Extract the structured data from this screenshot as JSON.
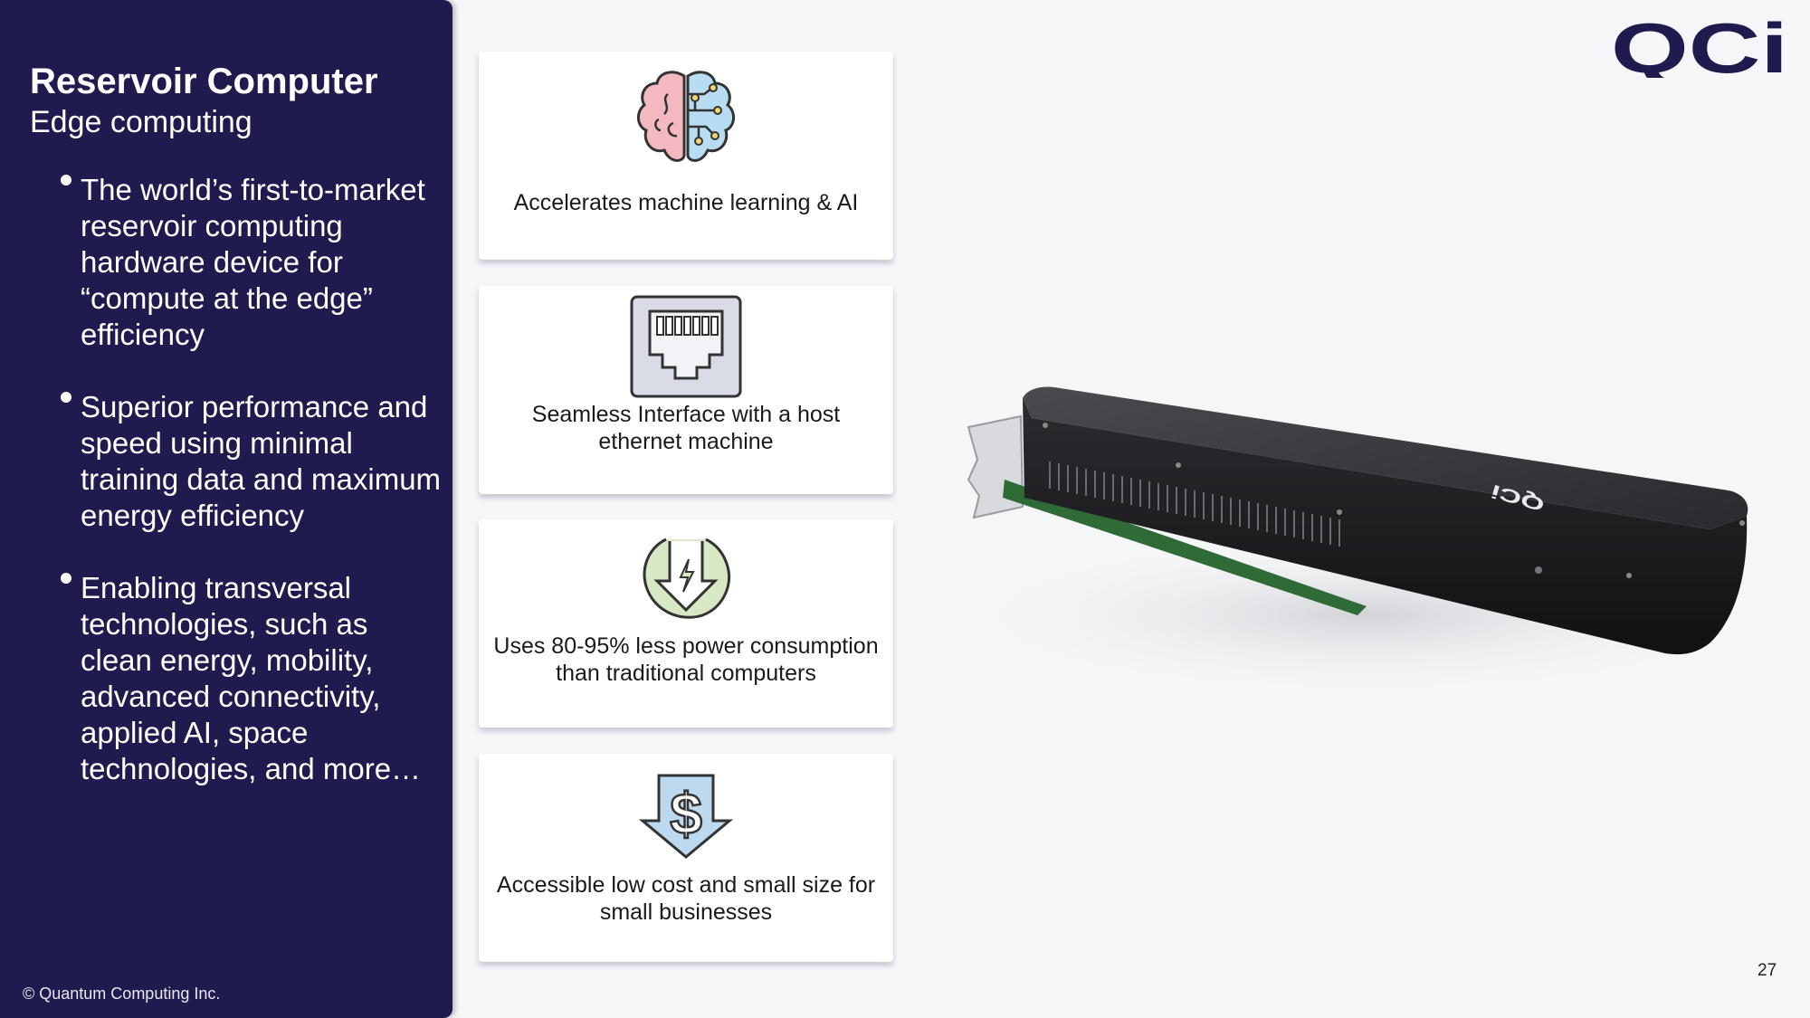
{
  "sidebar": {
    "title": "Reservoir Computer",
    "subtitle": "Edge computing",
    "bullets": [
      "The world’s first-to-market reservoir computing hardware device for “compute at the edge” efficiency",
      "Superior performance and speed using minimal training data and maximum energy efficiency",
      "Enabling transversal technologies, such as clean energy, mobility, advanced connectivity, applied AI, space technologies, and more…"
    ],
    "copyright": "© Quantum Computing Inc."
  },
  "features": [
    {
      "icon": "brain-icon",
      "text": "Accelerates  machine learning & AI"
    },
    {
      "icon": "ethernet-port-icon",
      "text": "Seamless Interface with a host ethernet machine"
    },
    {
      "icon": "power-saving-icon",
      "text": "Uses 80-95% less power consumption than traditional computers"
    },
    {
      "icon": "low-cost-dollar-icon",
      "text": "Accessible low cost and small size for small businesses"
    }
  ],
  "logo": {
    "text": "QCi"
  },
  "device": {
    "label": "QCi"
  },
  "page_number": "27",
  "colors": {
    "sidebar": "#1f1b4f",
    "logo": "#1f1b4f",
    "background": "#f5f6f8"
  }
}
